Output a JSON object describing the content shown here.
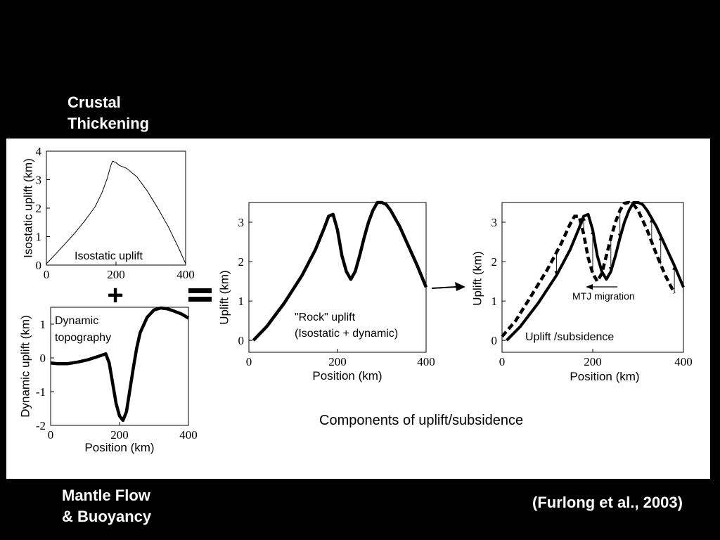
{
  "slide": {
    "top_label_line1": "Crustal",
    "top_label_line2": "Thickening",
    "bottom_label_line1": "Mantle Flow",
    "bottom_label_line2": "& Buoyancy",
    "citation": "(Furlong et al., 2003)"
  },
  "figure": {
    "caption": "Components of uplift/subsidence",
    "plus_sign": "+",
    "equals_sign": "=",
    "arrow_desc": "right-arrow",
    "colors": {
      "background": "#000000",
      "panel": "#ffffff",
      "ink": "#000000"
    },
    "panels": [
      {
        "id": "isostatic",
        "ylabel": "Isostatic uplift (km)",
        "xlabel": "",
        "annotation": "Isostatic uplift",
        "xticks": [
          "0",
          "200",
          "400"
        ],
        "yticks": [
          "0",
          "1",
          "2",
          "3",
          "4"
        ],
        "xlim": [
          0,
          400
        ],
        "ylim": [
          0,
          4
        ],
        "series": [
          {
            "style": "thin-solid",
            "x": [
              0,
              20,
              50,
              80,
              110,
              140,
              160,
              175,
              185,
              190,
              200,
              210,
              230,
              260,
              290,
              320,
              350,
              380,
              400
            ],
            "y": [
              0.05,
              0.3,
              0.7,
              1.1,
              1.55,
              2.05,
              2.55,
              3.05,
              3.5,
              3.65,
              3.6,
              3.5,
              3.4,
              3.1,
              2.6,
              2.0,
              1.35,
              0.6,
              0.05
            ]
          }
        ]
      },
      {
        "id": "dynamic",
        "ylabel": "Dynamic uplift (km)",
        "xlabel": "Position (km)",
        "annotation_line1": "Dynamic",
        "annotation_line2": "topography",
        "xticks": [
          "0",
          "200",
          "400"
        ],
        "yticks": [
          "-2",
          "-1",
          "0",
          "1"
        ],
        "xlim": [
          0,
          400
        ],
        "ylim": [
          -2,
          1.5
        ],
        "series": [
          {
            "style": "thick-solid",
            "x": [
              0,
              20,
              50,
              80,
              110,
              140,
              160,
              170,
              180,
              190,
              200,
              210,
              220,
              230,
              240,
              250,
              260,
              280,
              300,
              320,
              340,
              360,
              380,
              400
            ],
            "y": [
              -0.15,
              -0.17,
              -0.17,
              -0.12,
              -0.05,
              0.05,
              0.12,
              -0.15,
              -0.75,
              -1.35,
              -1.72,
              -1.85,
              -1.6,
              -0.95,
              -0.3,
              0.3,
              0.75,
              1.2,
              1.42,
              1.48,
              1.45,
              1.38,
              1.3,
              1.18
            ]
          }
        ]
      },
      {
        "id": "rock",
        "ylabel": "Uplift (km)",
        "xlabel": "Position (km)",
        "annotation_line1": "\"Rock\" uplift",
        "annotation_line2": "(Isostatic + dynamic)",
        "xticks": [
          "0",
          "200",
          "400"
        ],
        "yticks": [
          "0",
          "1",
          "2",
          "3"
        ],
        "xlim": [
          0,
          400
        ],
        "ylim": [
          -0.3,
          3.5
        ],
        "series": [
          {
            "style": "thick-solid",
            "x": [
              10,
              40,
              80,
              120,
              150,
              170,
              180,
              190,
              200,
              210,
              220,
              230,
              240,
              250,
              260,
              270,
              280,
              290,
              300,
              310,
              320,
              340,
              360,
              380,
              400
            ],
            "y": [
              0.0,
              0.35,
              0.95,
              1.65,
              2.3,
              2.85,
              3.15,
              3.2,
              2.8,
              2.15,
              1.75,
              1.55,
              1.75,
              2.15,
              2.6,
              3.0,
              3.3,
              3.5,
              3.5,
              3.45,
              3.3,
              2.9,
              2.4,
              1.9,
              1.35
            ]
          }
        ]
      },
      {
        "id": "uplift-subsidence",
        "ylabel": "Uplift (km)",
        "xlabel": "Position (km)",
        "annotation": "Uplift /subsidence",
        "migration_label": "MTJ migration",
        "xticks": [
          "0",
          "200",
          "400"
        ],
        "yticks": [
          "0",
          "1",
          "2",
          "3"
        ],
        "xlim": [
          0,
          400
        ],
        "ylim": [
          -0.3,
          3.5
        ],
        "series": [
          {
            "style": "thick-solid",
            "x": [
              10,
              40,
              80,
              120,
              150,
              170,
              180,
              190,
              200,
              210,
              220,
              230,
              240,
              250,
              260,
              270,
              280,
              290,
              300,
              310,
              320,
              340,
              360,
              380,
              400
            ],
            "y": [
              0.0,
              0.35,
              0.95,
              1.65,
              2.3,
              2.85,
              3.15,
              3.2,
              2.8,
              2.15,
              1.75,
              1.55,
              1.75,
              2.15,
              2.6,
              3.0,
              3.3,
              3.5,
              3.5,
              3.45,
              3.3,
              2.9,
              2.4,
              1.9,
              1.35
            ]
          },
          {
            "style": "thick-dashed",
            "x": [
              0,
              30,
              60,
              100,
              130,
              150,
              160,
              170,
              180,
              190,
              200,
              210,
              220,
              230,
              240,
              250,
              260,
              270,
              280,
              290,
              300,
              320,
              340,
              360,
              380
            ],
            "y": [
              0.1,
              0.5,
              1.05,
              1.8,
              2.45,
              2.95,
              3.15,
              3.15,
              2.7,
              2.1,
              1.7,
              1.5,
              1.7,
              2.15,
              2.6,
              3.0,
              3.3,
              3.48,
              3.5,
              3.45,
              3.3,
              2.8,
              2.2,
              1.65,
              1.2
            ]
          }
        ]
      }
    ]
  }
}
